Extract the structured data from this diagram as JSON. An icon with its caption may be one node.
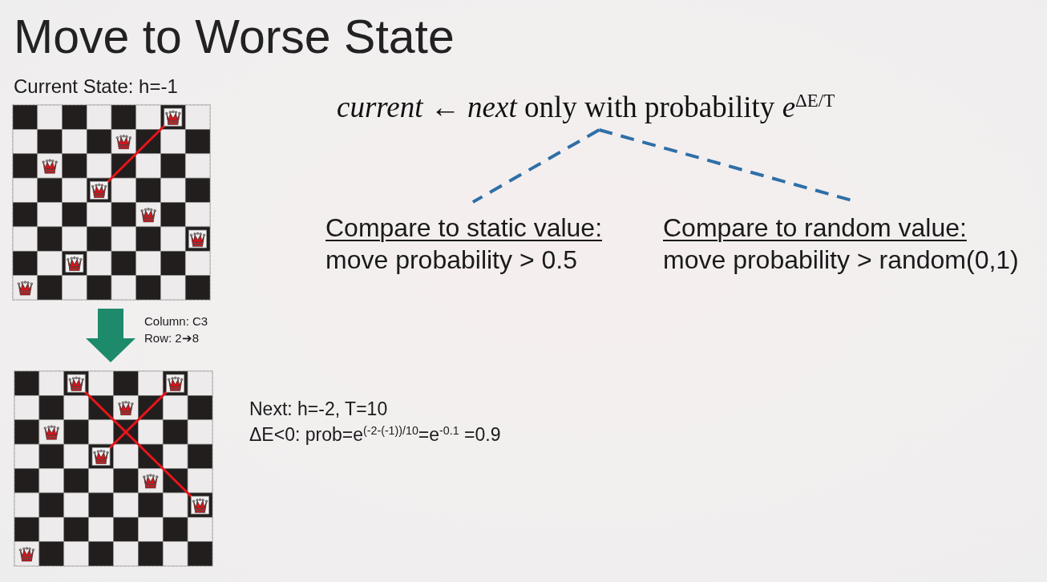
{
  "diagram": {
    "title": "Move to Worse State",
    "nodes": [
      {
        "text": [
          "*current* ← *next* only with probability *e*$^{ΔE/T}$"
        ]
      },
      {
        "text": [
          "Compare to static value:",
          "move probability > 0.5"
        ]
      },
      {
        "text": [
          "Compare to random value:",
          "move probability > random(0,1)"
        ]
      },
      {
        "text": [],
        "shape": "picture",
        "beside": [
          "Current State: h=-1"
        ]
      },
      {
        "text": [],
        "shape": "picture",
        "beside": [
          "Next: h=-2, T=10",
          "ΔE<0: prob=e$^{(-2-(-1))/10}$=e$^{-0.1}$ =0.9"
        ]
      }
    ],
    "edges": [
      {
        "from": 0,
        "to": 1,
        "arrow": "none",
        "style": "dashed"
      },
      {
        "from": 0,
        "to": 2,
        "arrow": "none",
        "style": "dashed"
      },
      {
        "from": 3,
        "to": 4,
        "arrow": "to",
        "style": "thick",
        "color": "#1d8a6b",
        "label": "Column: C3 Row: 2➔8"
      }
    ]
  }
}
